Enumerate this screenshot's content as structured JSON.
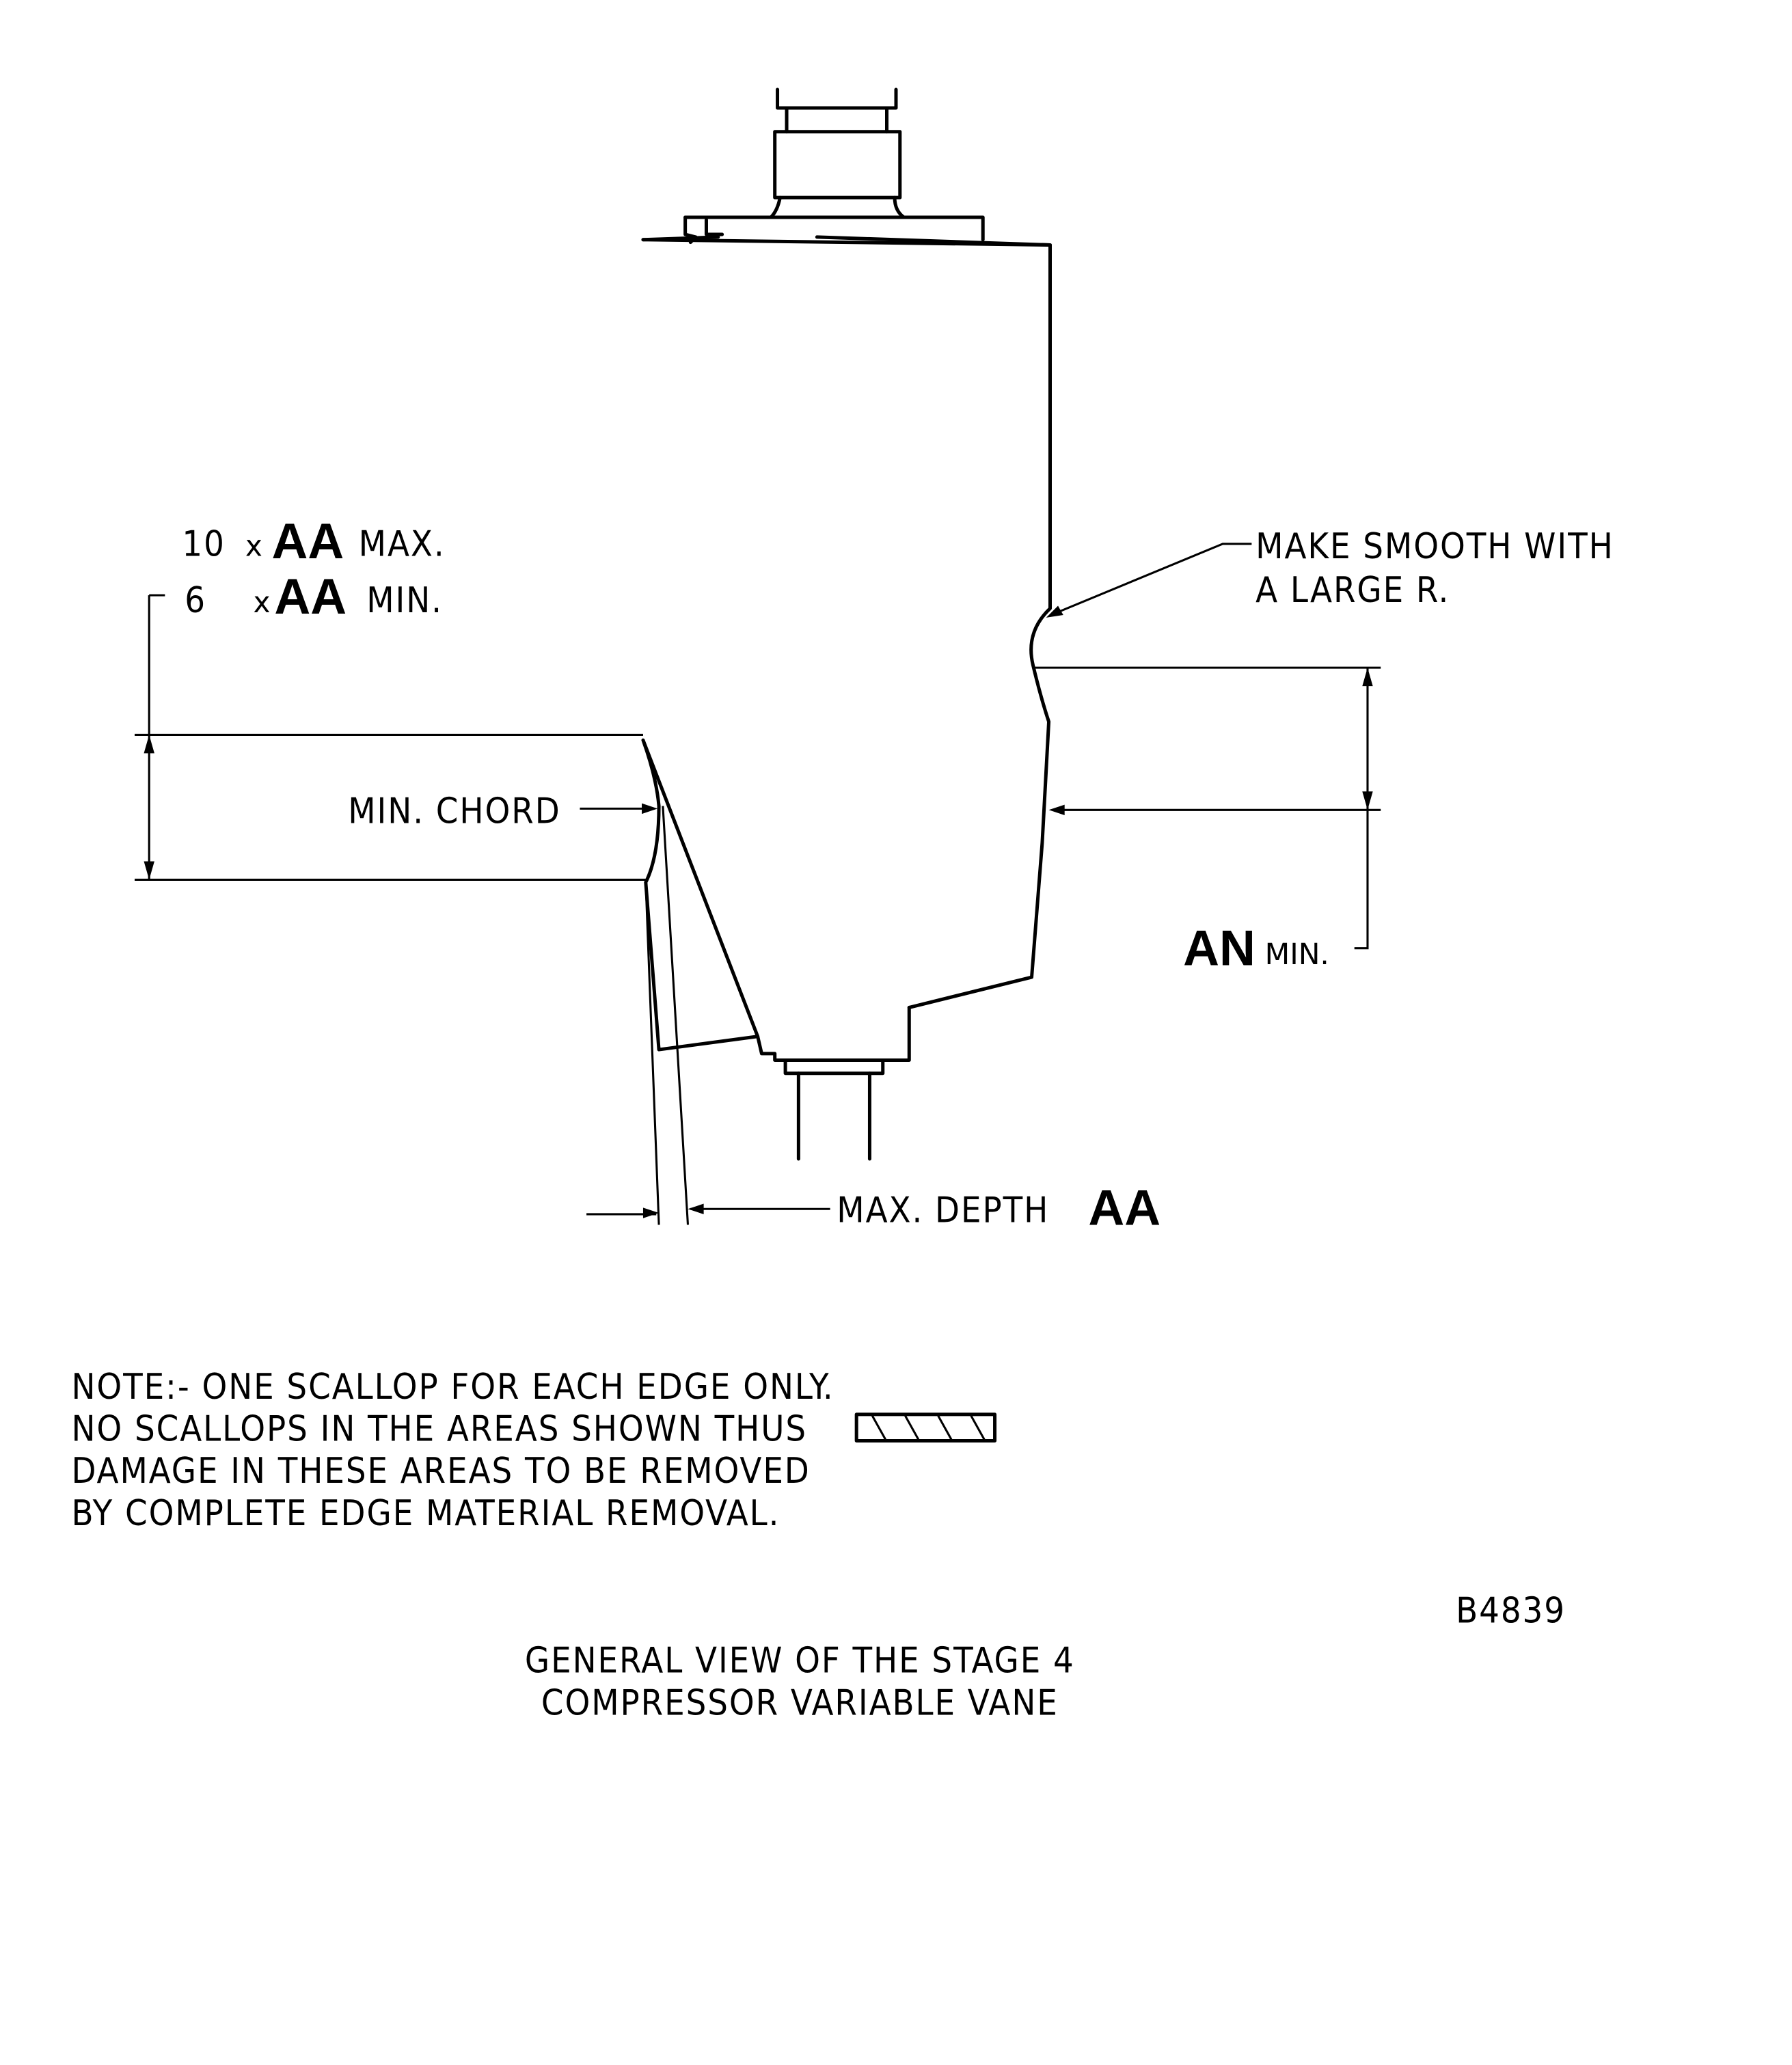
{
  "labels": {
    "max_ratio_num": "10",
    "max_ratio_x": "x",
    "max_ratio_sym": "AA",
    "max_ratio_suffix": "MAX.",
    "min_ratio_num": "6",
    "min_ratio_x": "x",
    "min_ratio_sym": "AA",
    "min_ratio_suffix": "MIN.",
    "min_chord": "MIN. CHORD",
    "make_smooth_line1": "MAKE SMOOTH WITH",
    "make_smooth_line2": "A LARGE R.",
    "an_sym": "AN",
    "an_suffix": "MIN.",
    "max_depth": "MAX. DEPTH",
    "max_depth_sym": "AA"
  },
  "notes": [
    "NOTE:- ONE SCALLOP FOR EACH EDGE ONLY.",
    "NO SCALLOPS IN THE AREAS SHOWN THUS",
    "DAMAGE IN THESE AREAS TO BE REMOVED",
    "BY COMPLETE EDGE MATERIAL REMOVAL."
  ],
  "figure_id": "B4839",
  "caption": [
    "GENERAL VIEW OF THE STAGE 4",
    "COMPRESSOR VARIABLE VANE"
  ]
}
